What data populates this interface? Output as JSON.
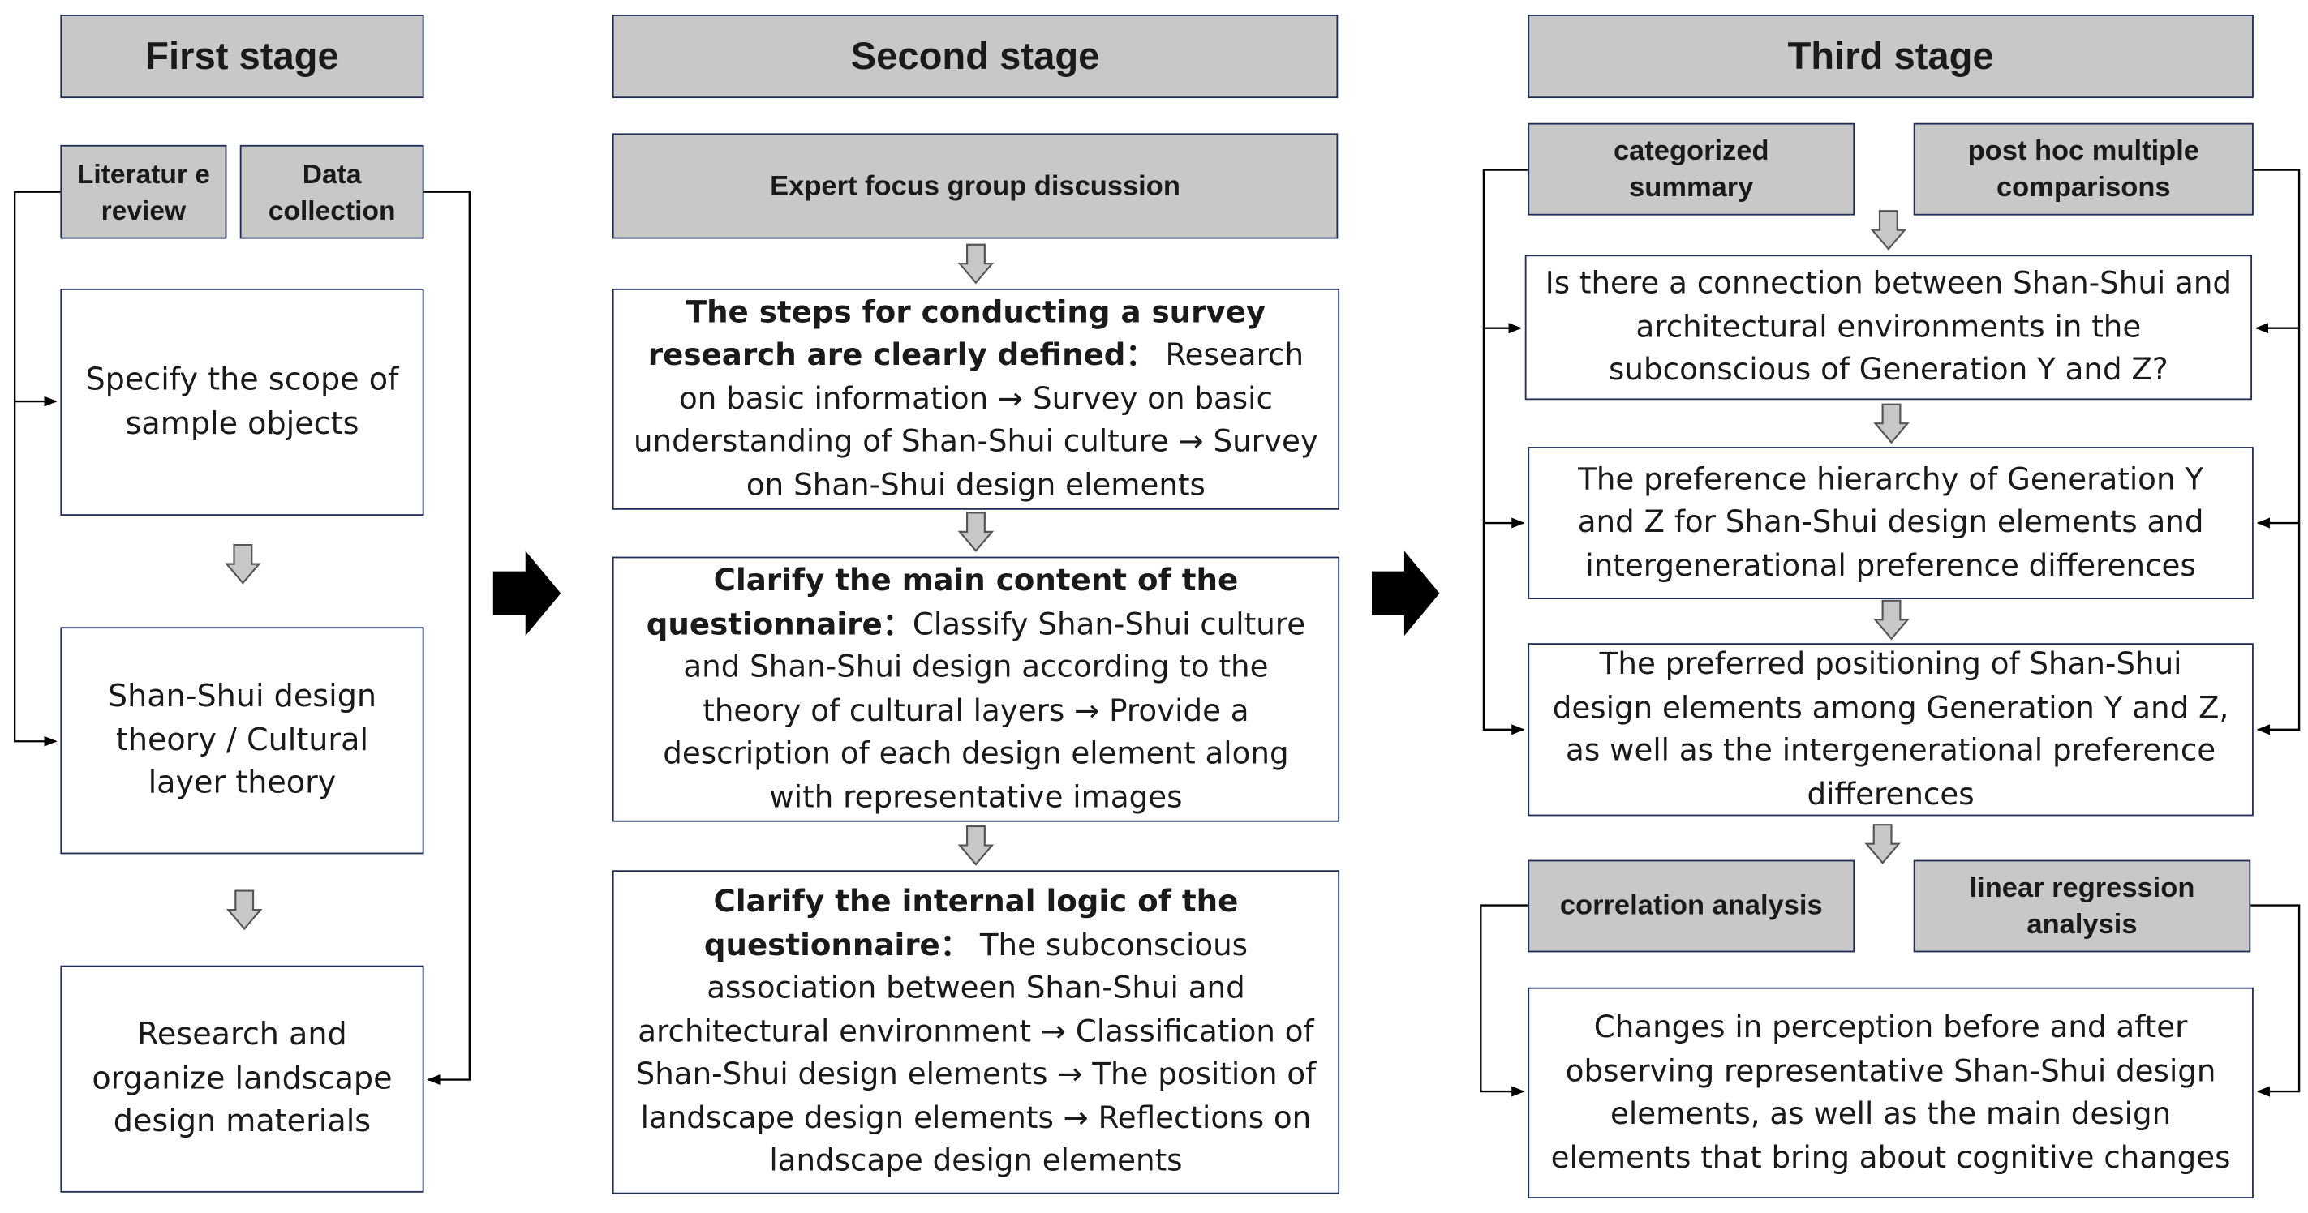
{
  "stages": {
    "first": {
      "title": "First stage",
      "tabs": [
        "Literatur e review",
        "Data collection"
      ],
      "boxes": [
        "Specify the scope of sample objects",
        "Shan-Shui design theory / Cultural layer theory",
        "Research and organize landscape design materials"
      ]
    },
    "second": {
      "title": "Second stage",
      "top": "Expert focus group discussion",
      "boxes": [
        {
          "bold": "The steps for conducting a survey research are clearly defined：",
          "text": " Research on basic information → Survey on basic understanding of Shan-Shui culture → Survey on Shan-Shui design elements"
        },
        {
          "bold": "Clarify the main content of the questionnaire：",
          "text": "Classify Shan-Shui culture and Shan-Shui design according to the theory of cultural layers → Provide a description of each design element along with representative images"
        },
        {
          "bold": "Clarify the internal logic of the questionnaire：",
          "text": " The subconscious association between Shan-Shui and architectural environment → Classification of Shan-Shui design elements → The position of landscape design elements → Reflections on landscape design elements"
        }
      ]
    },
    "third": {
      "title": "Third stage",
      "tabs_top": [
        "categorized summary",
        "post hoc multiple comparisons"
      ],
      "boxes": [
        "Is there a connection between Shan-Shui and architectural environments in the subconscious of Generation Y and Z?",
        "The preference hierarchy of Generation Y and Z for Shan-Shui design elements and intergenerational preference differences",
        "The preferred positioning of Shan-Shui design elements among Generation Y and Z, as well as the intergenerational preference differences"
      ],
      "tabs_bottom": [
        "correlation analysis",
        "linear regression analysis"
      ],
      "final": "Changes in perception before and after observing representative Shan-Shui design elements, as well as the main design elements that bring about cognitive changes"
    }
  },
  "icons": [
    "down-hollow-arrow-icon",
    "right-solid-arrow-icon"
  ],
  "colors": {
    "header_fill": "#c8c8c8",
    "border": "#1f2f5a",
    "arrow_fill": "#c8c8c8",
    "big_arrow": "#000000"
  }
}
